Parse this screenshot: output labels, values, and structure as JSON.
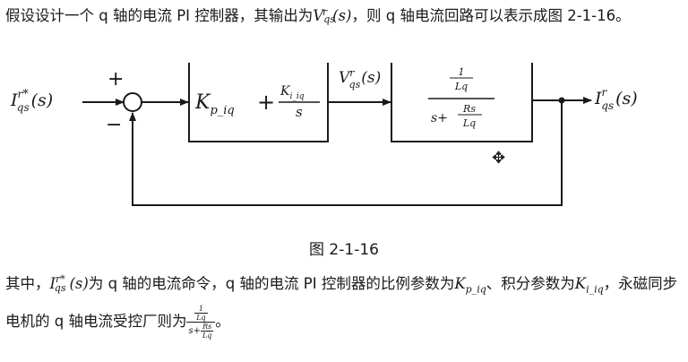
{
  "paragraph1": {
    "text_a": "假设设计一个 q 轴的电流 PI 控制器，其输出为",
    "output_var": "V",
    "output_sub": "qs",
    "output_sup": "r",
    "output_arg": "(s)",
    "text_b": "，则 q 轴电流回路可以表示成图 2-1-16。"
  },
  "diagram": {
    "input_base": "I",
    "input_sub": "qs",
    "input_sup": "r",
    "input_star": "*",
    "input_arg": "(s)",
    "sum_plus": "+",
    "sum_minus": "−",
    "pi_kp": "K",
    "pi_kp_sub": "p_iq",
    "pi_plus": "+",
    "pi_ki_num": "K",
    "pi_ki_sub": "i_iq",
    "pi_den": "s",
    "mid_base": "V",
    "mid_sub": "qs",
    "mid_sup": "r",
    "mid_arg": "(s)",
    "plant_num_num": "1",
    "plant_num_den": "Lq",
    "plant_den_s": "s+",
    "plant_den_num": "Rs",
    "plant_den_den": "Lq",
    "out_base": "I",
    "out_sub": "qs",
    "out_sup": "r",
    "out_arg": "(s)"
  },
  "caption": "图 2-1-16",
  "paragraph2": {
    "text_a": "其中，",
    "cmd_base": "I",
    "cmd_sub": "qs",
    "cmd_sup": "r",
    "cmd_star": "*",
    "cmd_arg": "(s)",
    "text_b": "为 q 轴的电流命令，q 轴的电流 PI 控制器的比例参数为",
    "kp_base": "K",
    "kp_sub": "p_iq",
    "text_c": "、积分参数为",
    "ki_base": "K",
    "ki_sub": "i_iq",
    "text_d": "，永磁同步电机的 q 轴电流受控厂则为",
    "tf_num": "1",
    "tf_num_den": "Lq",
    "tf_den_s": "s+",
    "tf_den_num": "Rs",
    "tf_den_den": "Lq",
    "text_e": "。"
  }
}
